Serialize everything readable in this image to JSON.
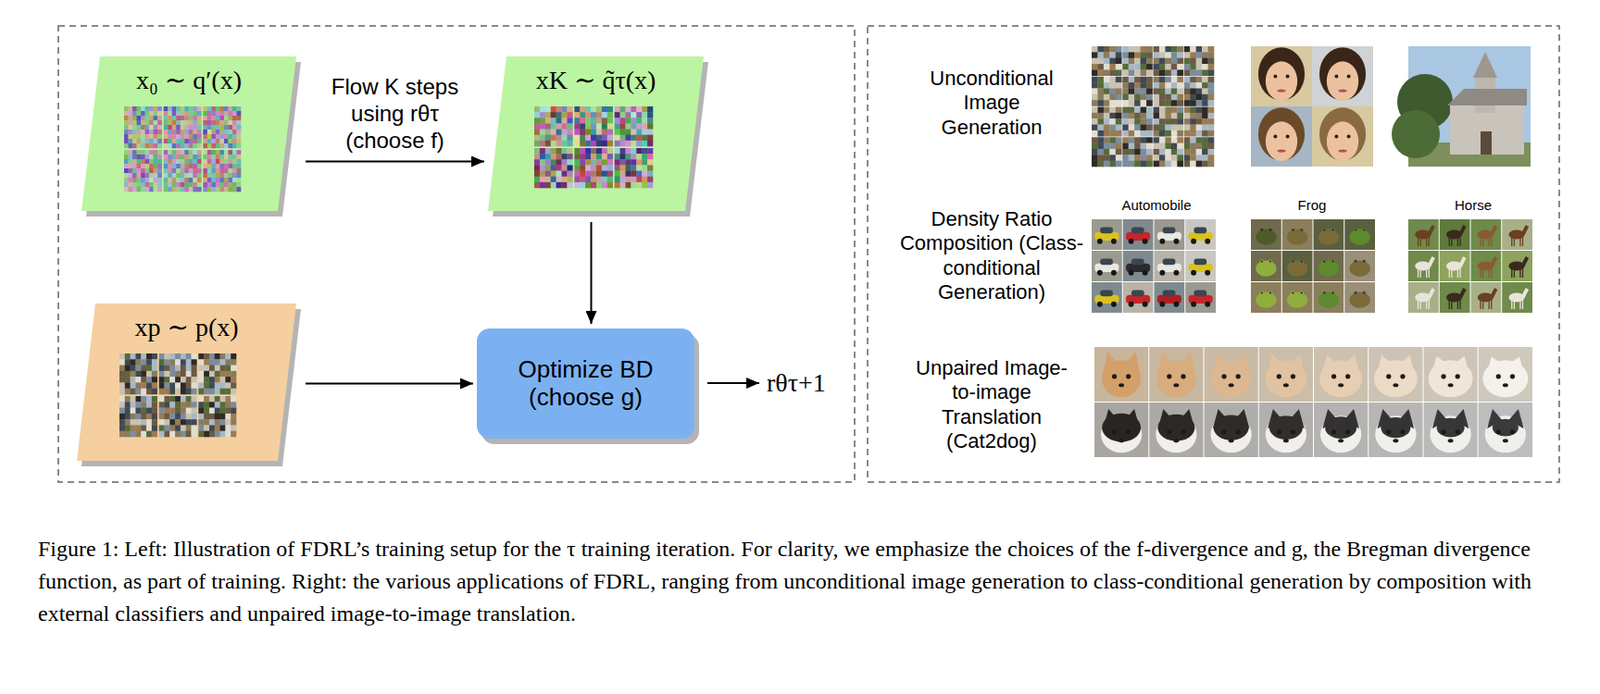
{
  "diagram": {
    "caption": "Figure 1: Left: Illustration of FDRL’s training setup for the τ training iteration. For clarity, we emphasize the choices of the f-divergence and g, the Bregman divergence function, as part of training. Right: the various applications of FDRL, ranging from unconditional image generation to class-conditional generation by composition with external classifiers and unpaired image-to-image translation.",
    "nodes": [
      {
        "text": [
          "x₀ ∼ q′(x)"
        ]
      },
      {
        "text": [
          "xK ∼ q̃τ(x)"
        ]
      },
      {
        "text": [
          "xp ∼ p(x)"
        ]
      },
      {
        "text": [
          "Optimize BD (choose g)"
        ]
      }
    ],
    "edges": [
      {
        "from": 0,
        "to": 1,
        "arrow": "to",
        "label": "Flow K steps using rθτ (choose f)"
      },
      {
        "from": 1,
        "to": 3,
        "arrow": "to"
      },
      {
        "from": 2,
        "to": 3,
        "arrow": "to"
      }
    ],
    "labels": [
      "rθτ+1",
      "Unconditional Image Generation",
      "Density Ratio Composition (Class-conditional Generation)",
      "Unpaired Image-to-image Translation (Cat2dog)",
      "Automobile",
      "Frog",
      "Horse"
    ]
  }
}
